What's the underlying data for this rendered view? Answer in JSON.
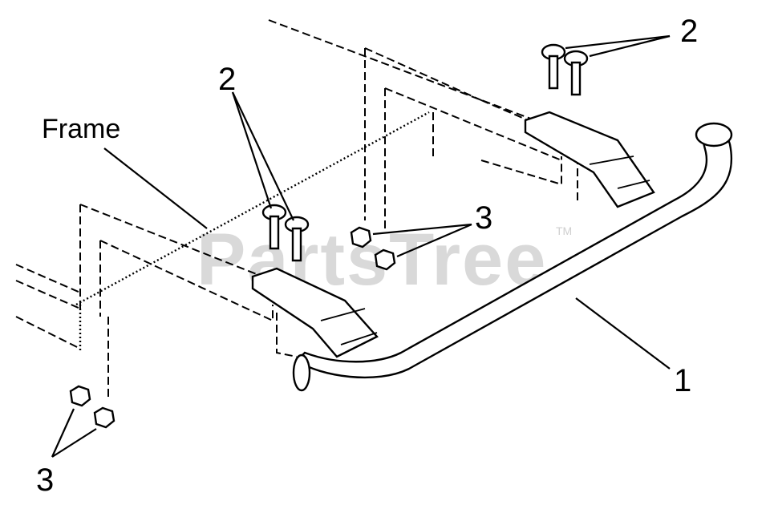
{
  "diagram": {
    "watermark": "PartsTree",
    "watermark_tm": "TM",
    "labels": {
      "frame": "Frame",
      "part_1": "1",
      "bolts_right": "2",
      "bolts_left": "2",
      "nuts_center": "3",
      "nuts_left": "3"
    }
  }
}
